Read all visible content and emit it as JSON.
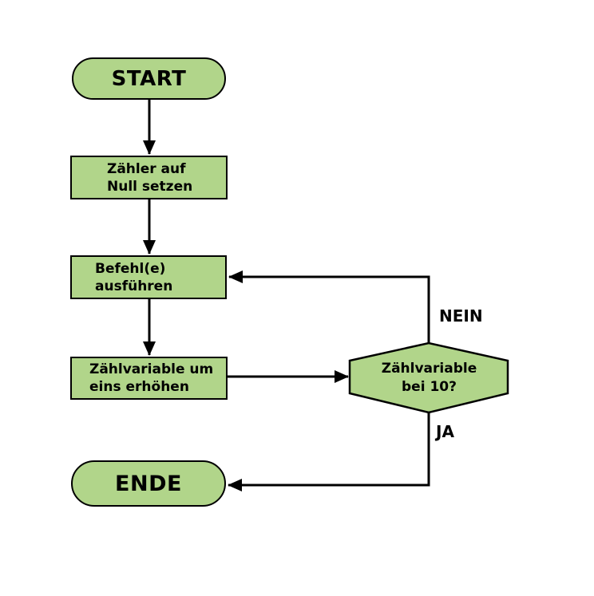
{
  "diagram": {
    "type": "flowchart",
    "language": "de",
    "background": "#ffffff",
    "colors": {
      "node_fill": "#b1d58a",
      "node_stroke": "#000000",
      "connector": "#000000",
      "text": "#000000"
    },
    "nodes": {
      "start": {
        "type": "terminator",
        "label": "START"
      },
      "init": {
        "type": "process",
        "line1": "Zähler auf",
        "line2": "Null setzen"
      },
      "exec": {
        "type": "process",
        "line1": "Befehl(e)",
        "line2": "ausführen"
      },
      "increment": {
        "type": "process",
        "line1": "Zählvariable um",
        "line2": "eins erhöhen"
      },
      "decision": {
        "type": "decision",
        "line1": "Zählvariable",
        "line2": "bei 10?"
      },
      "end": {
        "type": "terminator",
        "label": "ENDE"
      }
    },
    "edge_labels": {
      "no": "NEIN",
      "yes": "JA"
    },
    "edges": [
      {
        "from": "start",
        "to": "init",
        "label": ""
      },
      {
        "from": "init",
        "to": "exec",
        "label": ""
      },
      {
        "from": "exec",
        "to": "increment",
        "label": ""
      },
      {
        "from": "increment",
        "to": "decision",
        "label": ""
      },
      {
        "from": "decision",
        "to": "exec",
        "label": "NEIN"
      },
      {
        "from": "decision",
        "to": "end",
        "label": "JA"
      }
    ]
  }
}
